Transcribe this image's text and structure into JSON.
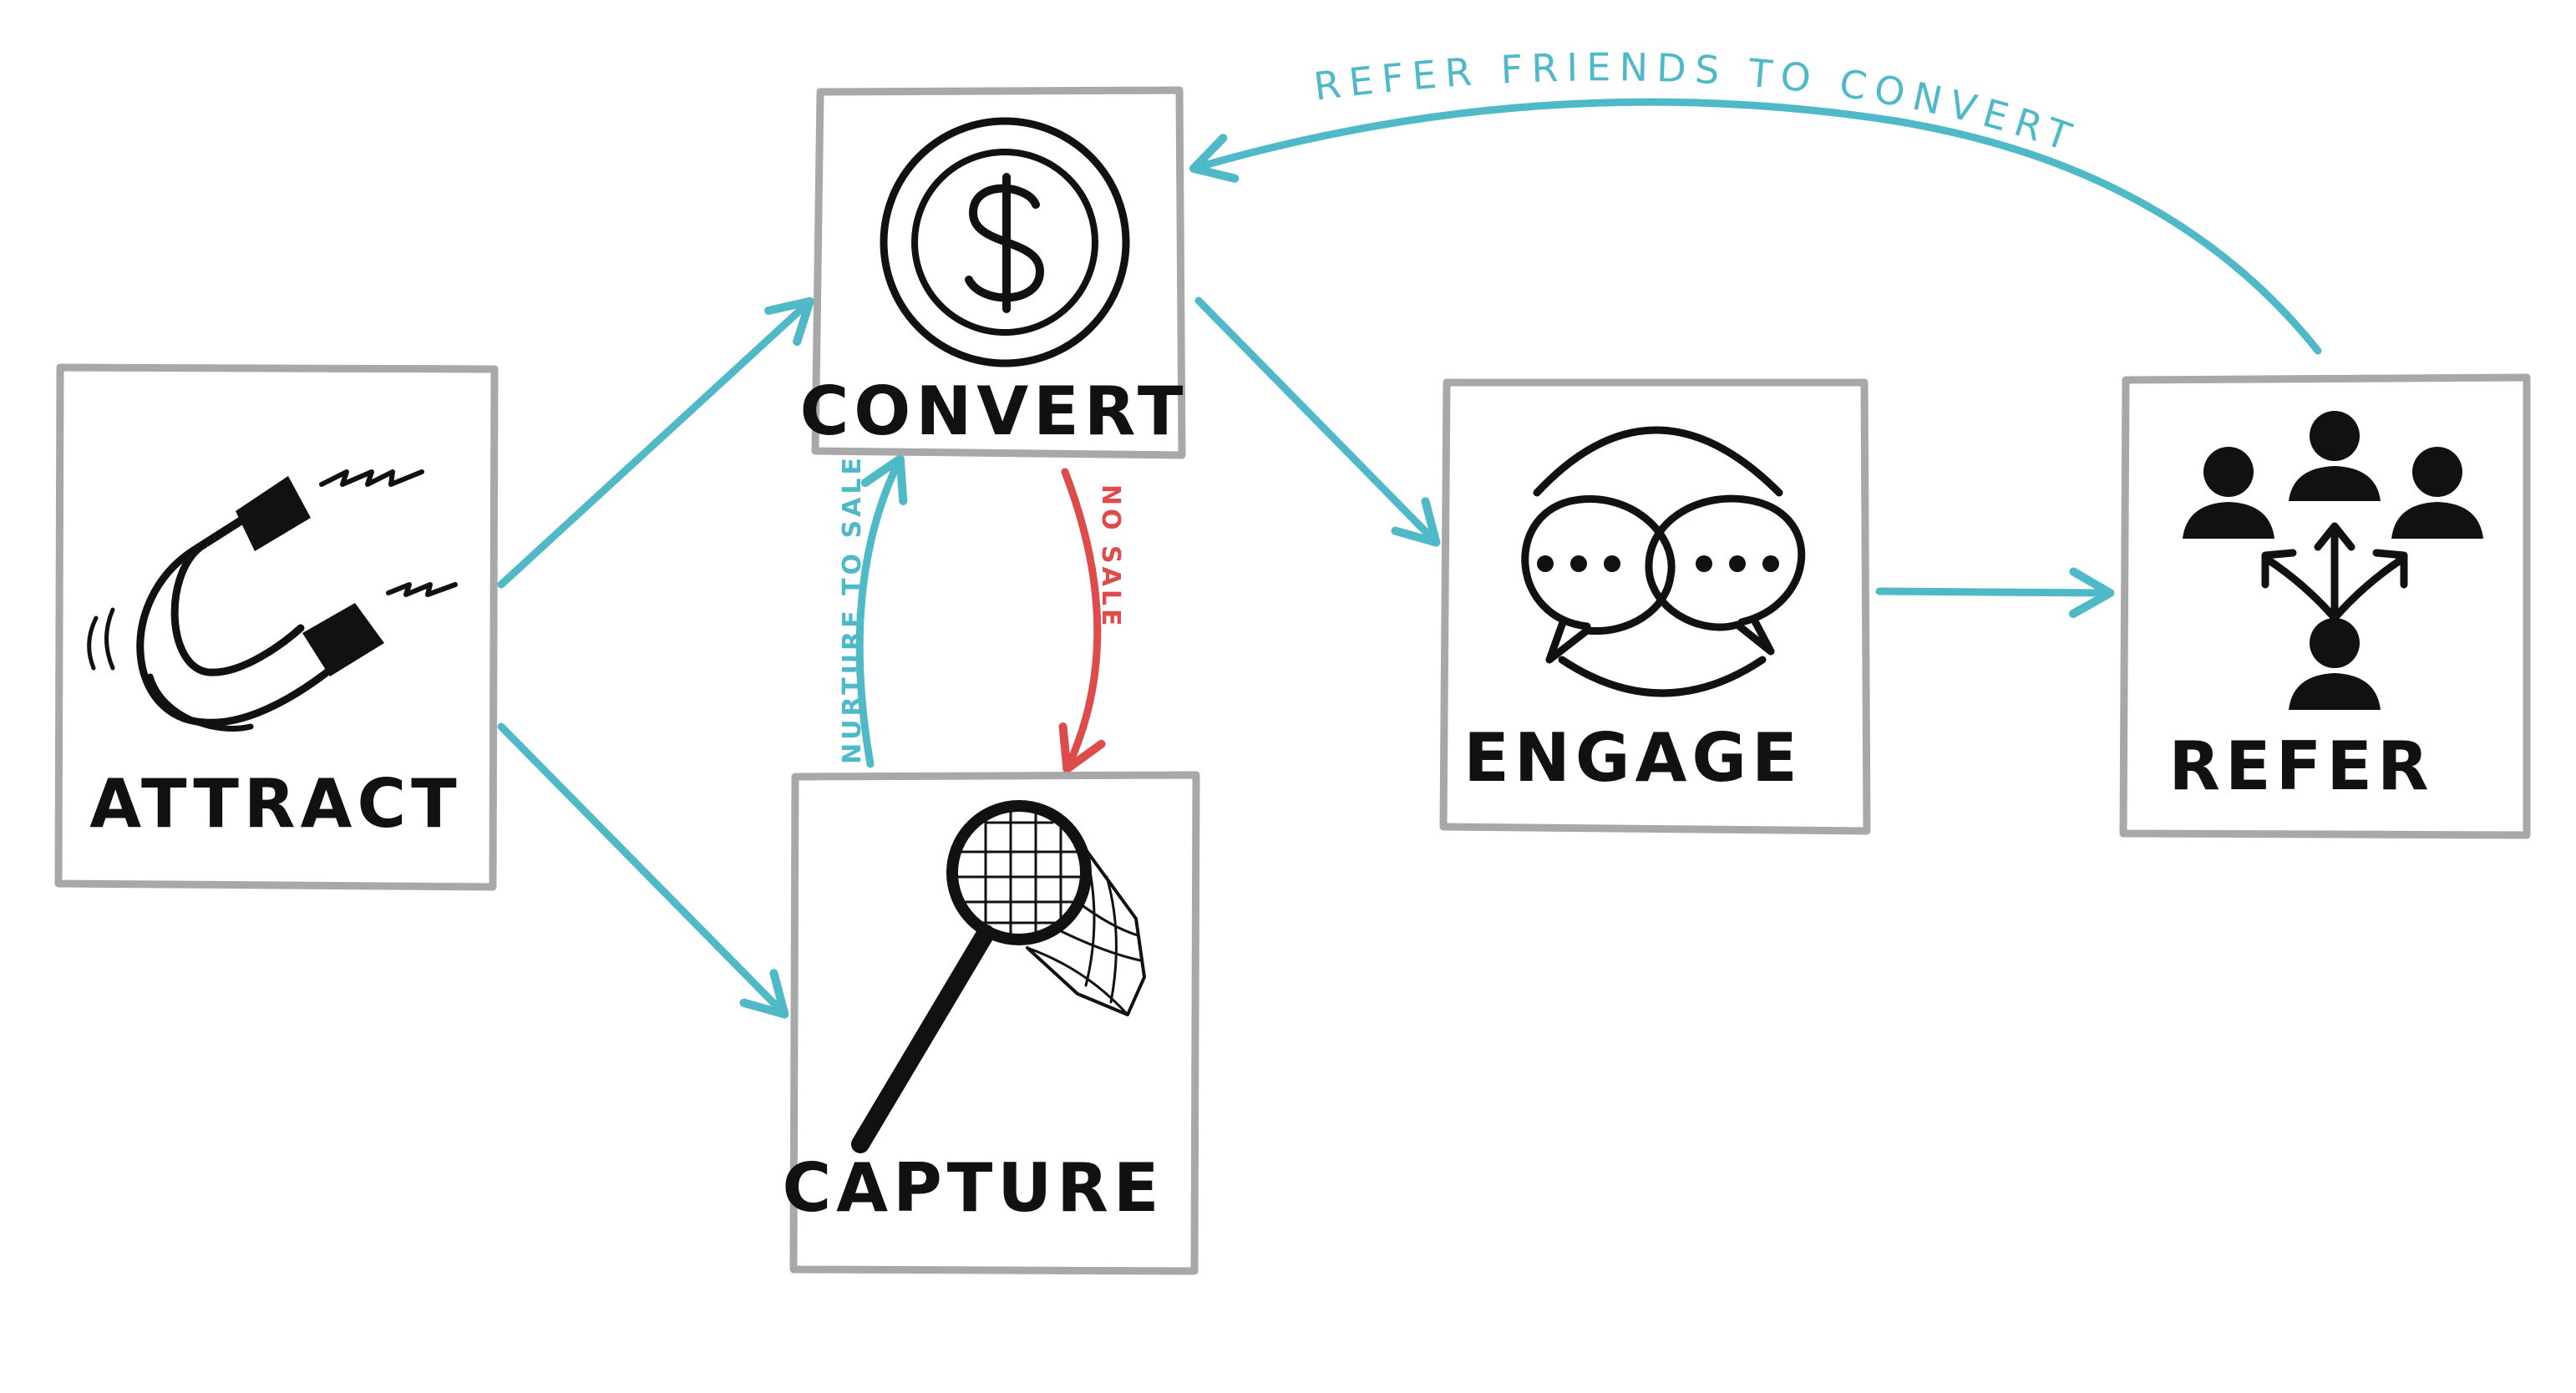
{
  "colors": {
    "box_border": "#a8a8a8",
    "flow_arrow": "#4fb9c8",
    "no_sale_arrow": "#de4b4b",
    "ink": "#111111"
  },
  "nodes": {
    "attract": {
      "label": "ATTRACT",
      "icon": "magnet-icon"
    },
    "convert": {
      "label": "CONVERT",
      "icon": "dollar-coin-icon"
    },
    "capture": {
      "label": "CAPTURE",
      "icon": "butterfly-net-icon"
    },
    "engage": {
      "label": "ENGAGE",
      "icon": "speech-bubbles-icon"
    },
    "refer": {
      "label": "REFER",
      "icon": "people-network-icon"
    }
  },
  "edges": {
    "nurture_to_sale": "NURTURE TO SALE",
    "no_sale": "NO SALE",
    "refer_friends": "REFER FRIENDS TO CONVERT"
  }
}
